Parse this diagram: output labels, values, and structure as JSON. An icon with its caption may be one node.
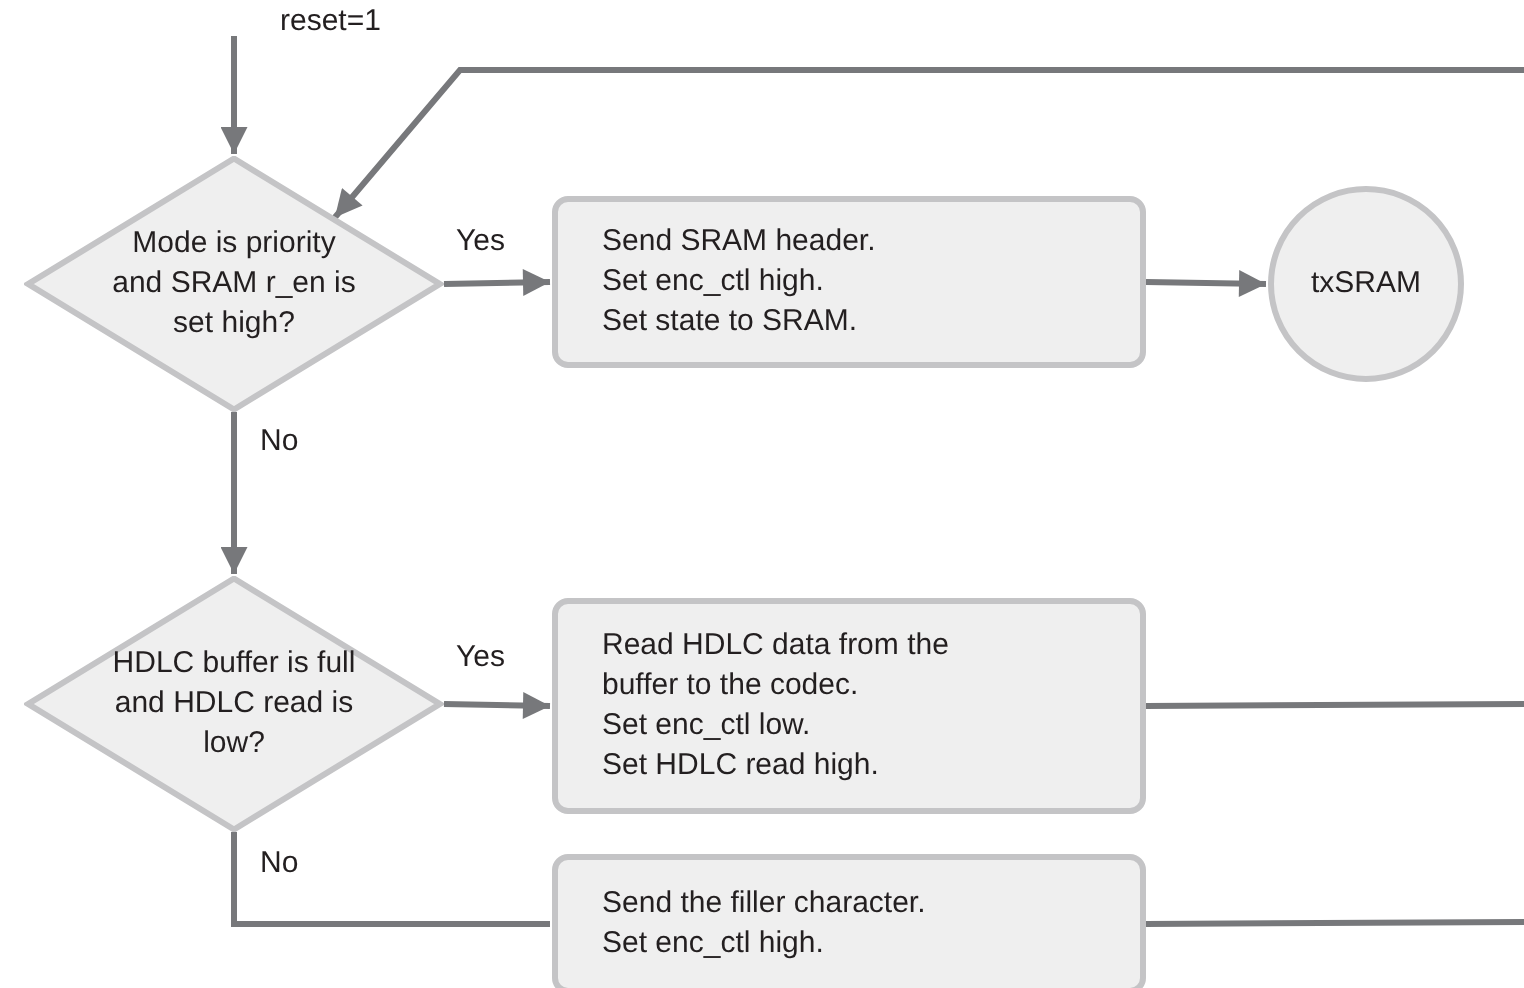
{
  "diagram": {
    "nodes": [
      {
        "text": [
          "Mode is priority and SRAM r_en is set high?"
        ]
      },
      {
        "text": [
          "Send SRAM header.",
          "Set enc_ctl high.",
          "Set state to SRAM."
        ]
      },
      {
        "text": [
          "txSRAM"
        ]
      },
      {
        "text": [
          "HDLC buffer is full and HDLC read is low?"
        ]
      },
      {
        "text": [
          "Read HDLC data from the buffer to the codec.",
          "Set enc_ctl low.",
          "Set HDLC read high."
        ]
      },
      {
        "text": [
          "Send the filler character.",
          "Set enc_ctl high."
        ]
      }
    ],
    "edges": [
      {
        "from": null,
        "to": 0,
        "arrow": "to",
        "label": "reset=1"
      },
      {
        "from": null,
        "to": 0,
        "arrow": "to"
      },
      {
        "from": 0,
        "to": 1,
        "arrow": "to",
        "label": "Yes"
      },
      {
        "from": 1,
        "to": 2,
        "arrow": "to"
      },
      {
        "from": 0,
        "to": 3,
        "arrow": "to",
        "label": "No"
      },
      {
        "from": 3,
        "to": 4,
        "arrow": "to",
        "label": "Yes"
      },
      {
        "from": 3,
        "to": 5,
        "arrow": "none",
        "label": "No"
      },
      {
        "from": 4,
        "to": null,
        "arrow": "none"
      },
      {
        "from": 5,
        "to": null,
        "arrow": "none"
      }
    ]
  }
}
